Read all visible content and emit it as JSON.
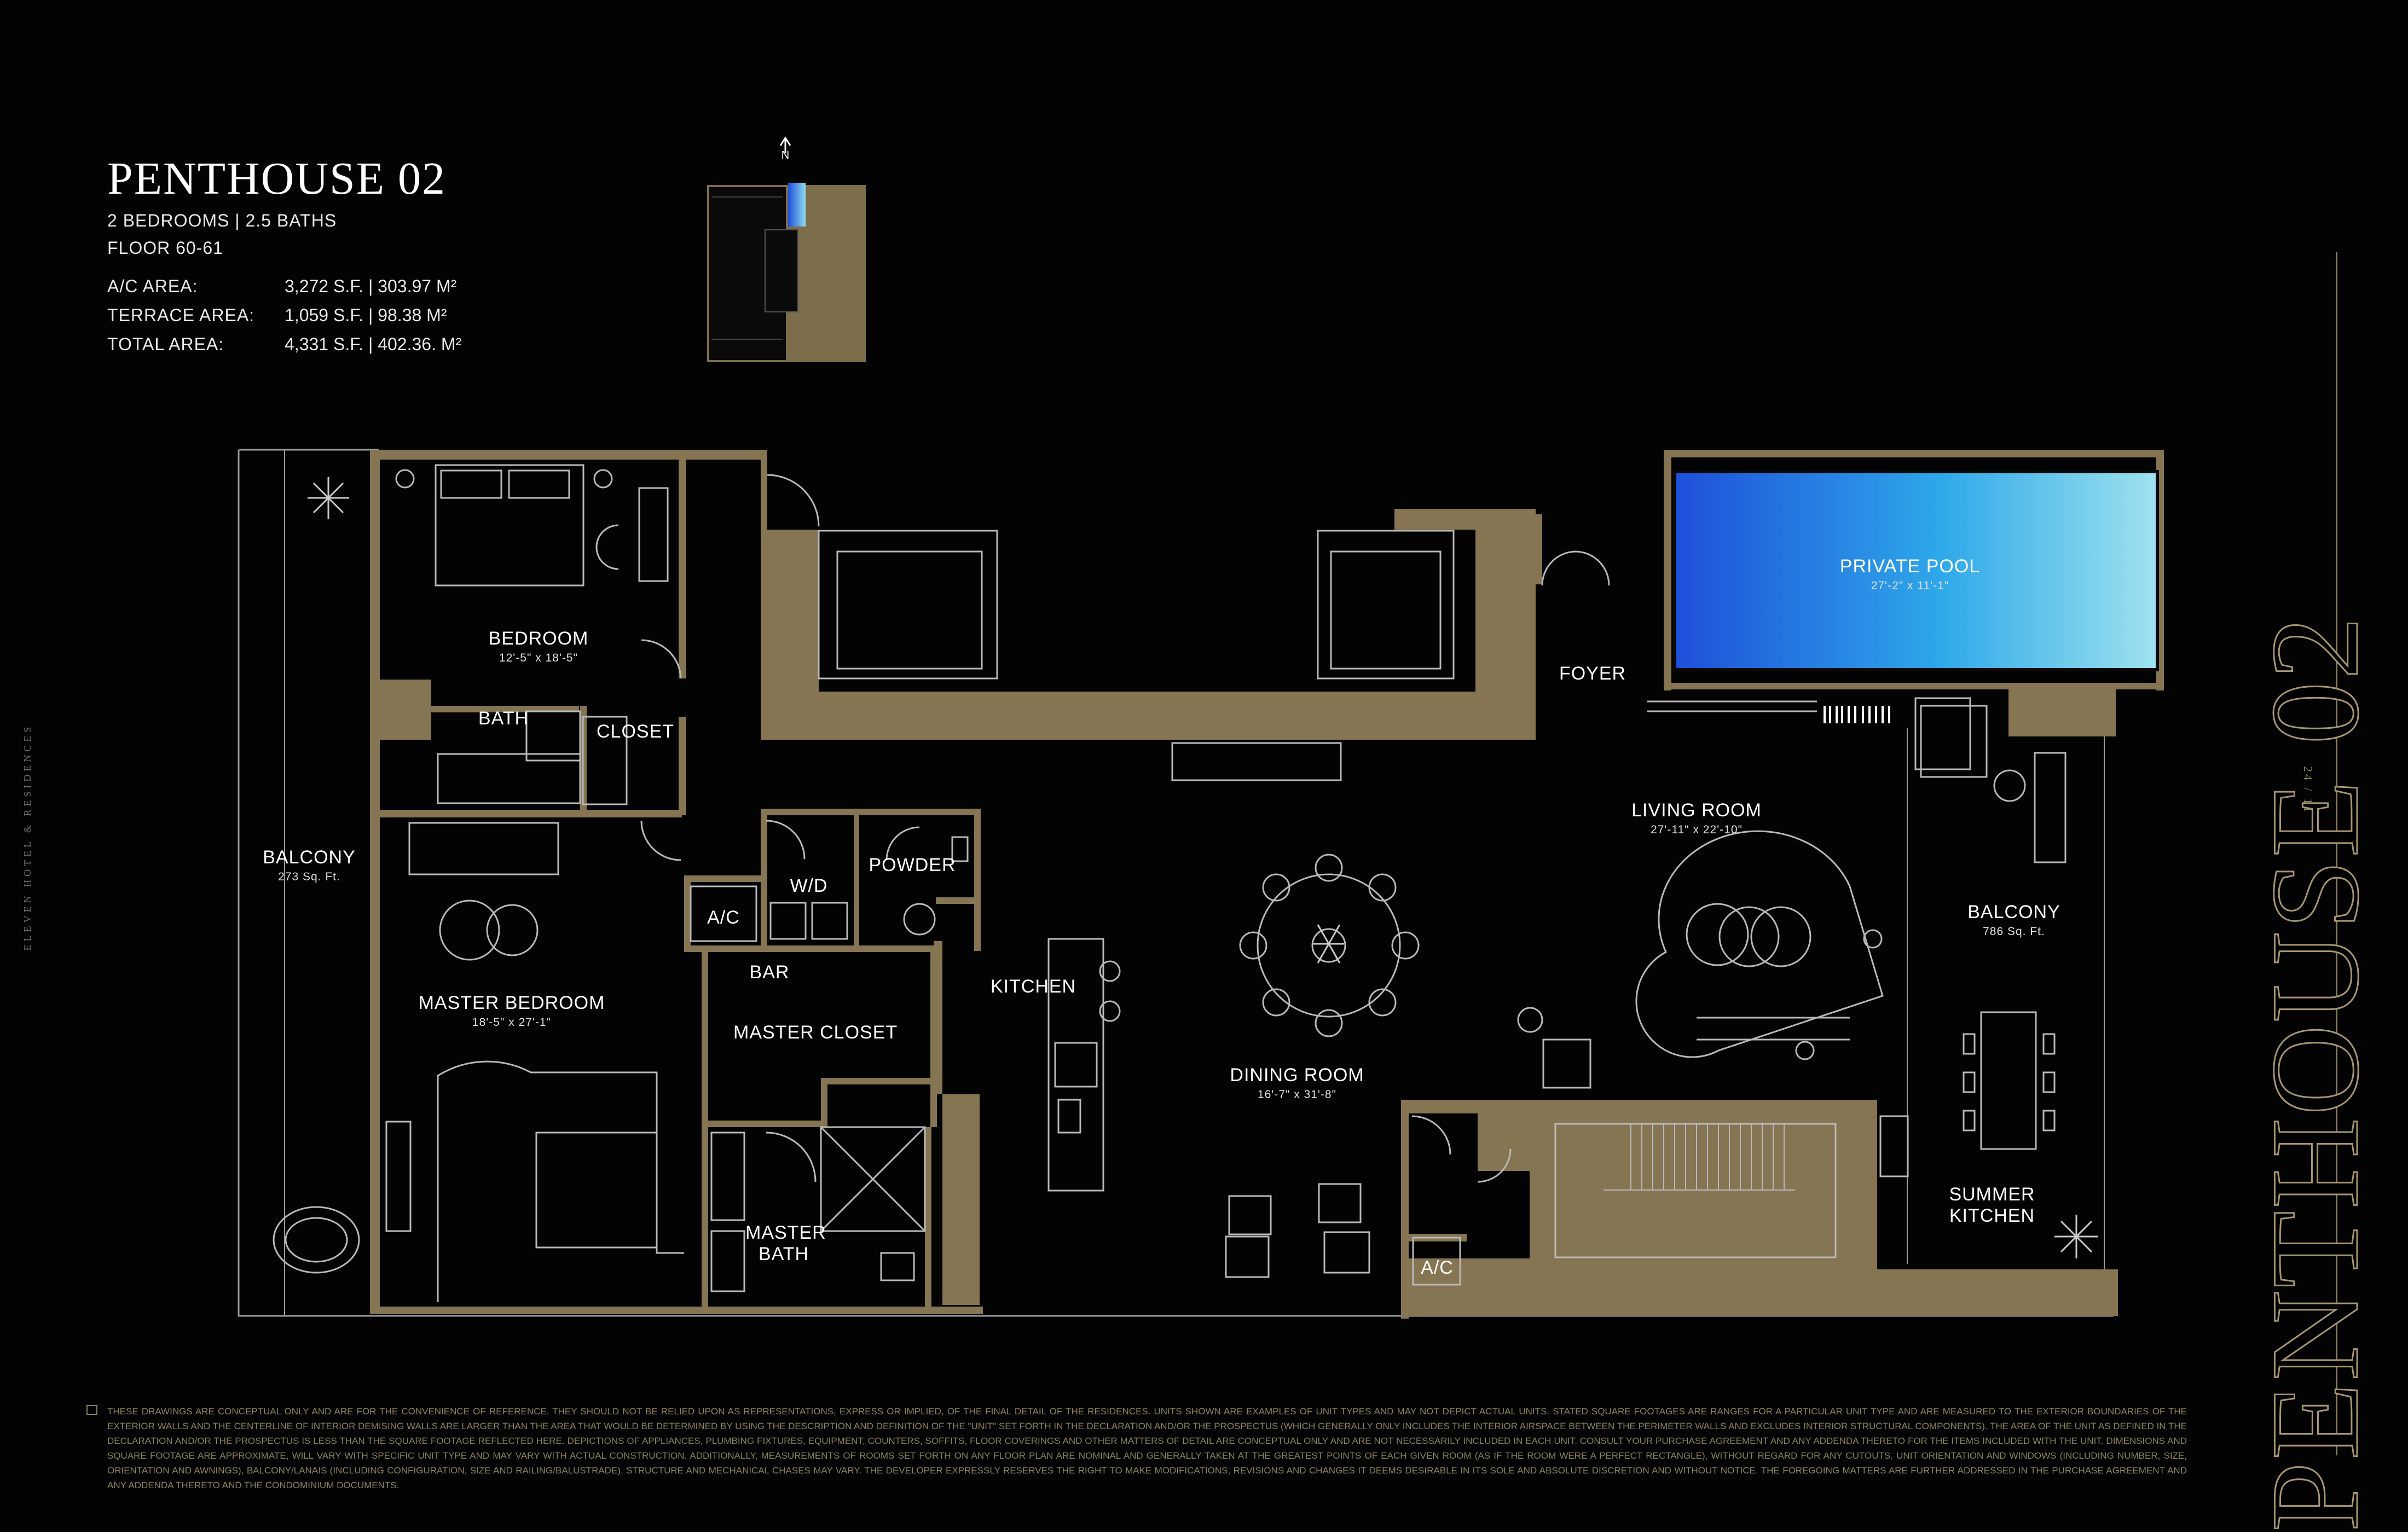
{
  "header": {
    "title": "PENTHOUSE 02",
    "layout": "2 BEDROOMS | 2.5 BATHS",
    "floor": "FLOOR 60-61",
    "stats": [
      {
        "label": "A/C AREA:",
        "value": "3,272 S.F. | 303.97 M²"
      },
      {
        "label": "TERRACE AREA:",
        "value": "1,059 S.F. | 98.38 M²"
      },
      {
        "label": "TOTAL AREA:",
        "value": "4,331 S.F. | 402.36. M²"
      }
    ]
  },
  "key_plan": {
    "north_label": "N"
  },
  "side": {
    "brand": "ELEVEN HOTEL & RESIDENCES",
    "big_name": "PENTHOUSE 02",
    "page_number": "24 / 11"
  },
  "rooms": {
    "bedroom": {
      "name": "BEDROOM",
      "dims": "12'-5\" x 18'-5\""
    },
    "bath": {
      "name": "BATH"
    },
    "closet": {
      "name": "CLOSET"
    },
    "balcony_west": {
      "name": "BALCONY",
      "dims": "273 Sq. Ft."
    },
    "master_bedroom": {
      "name": "MASTER BEDROOM",
      "dims": "18'-5\" x 27'-1\""
    },
    "wd": {
      "name": "W/D"
    },
    "powder": {
      "name": "POWDER"
    },
    "ac_1": {
      "name": "A/C"
    },
    "bar": {
      "name": "BAR"
    },
    "master_closet": {
      "name": "MASTER CLOSET"
    },
    "master_bath_1": {
      "name": "MASTER"
    },
    "master_bath_2": {
      "name": "BATH"
    },
    "kitchen": {
      "name": "KITCHEN"
    },
    "dining_room": {
      "name": "DINING ROOM",
      "dims": "16'-7\" x 31'-8\""
    },
    "living_room": {
      "name": "LIVING ROOM",
      "dims": "27'-11\" x 22'-10\""
    },
    "foyer": {
      "name": "FOYER"
    },
    "private_pool": {
      "name": "PRIVATE POOL",
      "dims": "27'-2\" x 11'-1\""
    },
    "balcony_east": {
      "name": "BALCONY",
      "dims": "786 Sq. Ft."
    },
    "summer_kitchen_1": {
      "name": "SUMMER"
    },
    "summer_kitchen_2": {
      "name": "KITCHEN"
    },
    "ac_2": {
      "name": "A/C"
    }
  },
  "colors": {
    "wall": "#857552",
    "background": "#030303",
    "pool_start": "#1e4fd9",
    "pool_end": "#9fe3ee",
    "line": "#b9b9b9"
  },
  "disclaimer": "THESE DRAWINGS ARE CONCEPTUAL ONLY AND ARE FOR THE CONVENIENCE OF REFERENCE. THEY SHOULD NOT BE RELIED UPON AS REPRESENTATIONS, EXPRESS OR IMPLIED, OF THE FINAL DETAIL OF THE RESIDENCES. UNITS SHOWN ARE EXAMPLES OF UNIT TYPES AND MAY NOT DEPICT ACTUAL UNITS. STATED SQUARE FOOTAGES ARE RANGES FOR A PARTICULAR UNIT TYPE AND ARE MEASURED TO THE EXTERIOR BOUNDARIES OF THE EXTERIOR WALLS AND THE CENTERLINE OF INTERIOR DEMISING WALLS ARE LARGER THAN THE AREA THAT WOULD BE DETERMINED BY USING THE DESCRIPTION AND DEFINITION OF THE \"UNIT\" SET FORTH IN THE DECLARATION AND/OR THE PROSPECTUS (WHICH GENERALLY ONLY INCLUDES THE INTERIOR AIRSPACE BETWEEN THE PERIMETER WALLS AND EXCLUDES INTERIOR STRUCTURAL COMPONENTS). THE AREA OF THE UNIT AS DEFINED IN THE DECLARATION AND/OR THE PROSPECTUS IS LESS THAN THE SQUARE FOOTAGE REFLECTED HERE. DEPICTIONS OF APPLIANCES, PLUMBING FIXTURES, EQUIPMENT, COUNTERS, SOFFITS, FLOOR COVERINGS AND OTHER MATTERS OF DETAIL ARE CONCEPTUAL ONLY AND ARE NOT NECESSARILY INCLUDED IN EACH UNIT. CONSULT YOUR PURCHASE AGREEMENT AND ANY ADDENDA THERETO FOR THE ITEMS INCLUDED WITH THE UNIT. DIMENSIONS AND SQUARE FOOTAGE ARE APPROXIMATE, WILL VARY WITH SPECIFIC UNIT TYPE AND MAY VARY WITH ACTUAL CONSTRUCTION. ADDITIONALLY, MEASUREMENTS OF ROOMS SET FORTH ON ANY FLOOR PLAN ARE NOMINAL AND GENERALLY TAKEN AT THE GREATEST POINTS OF EACH GIVEN ROOM (AS IF THE ROOM WERE A PERFECT RECTANGLE), WITHOUT REGARD FOR ANY CUTOUTS. UNIT ORIENTATION AND WINDOWS (INCLUDING NUMBER, SIZE, ORIENTATION AND AWNINGS), BALCONY/LANAIS (INCLUDING CONFIGURATION, SIZE AND RAILING/BALUSTRADE), STRUCTURE AND MECHANICAL CHASES MAY VARY. THE DEVELOPER EXPRESSLY RESERVES THE RIGHT TO MAKE MODIFICATIONS, REVISIONS AND CHANGES IT DEEMS DESIRABLE IN ITS SOLE AND ABSOLUTE DISCRETION AND WITHOUT NOTICE. THE FOREGOING MATTERS ARE FURTHER ADDRESSED IN THE PURCHASE AGREEMENT AND ANY ADDENDA THERETO AND THE CONDOMINIUM DOCUMENTS."
}
